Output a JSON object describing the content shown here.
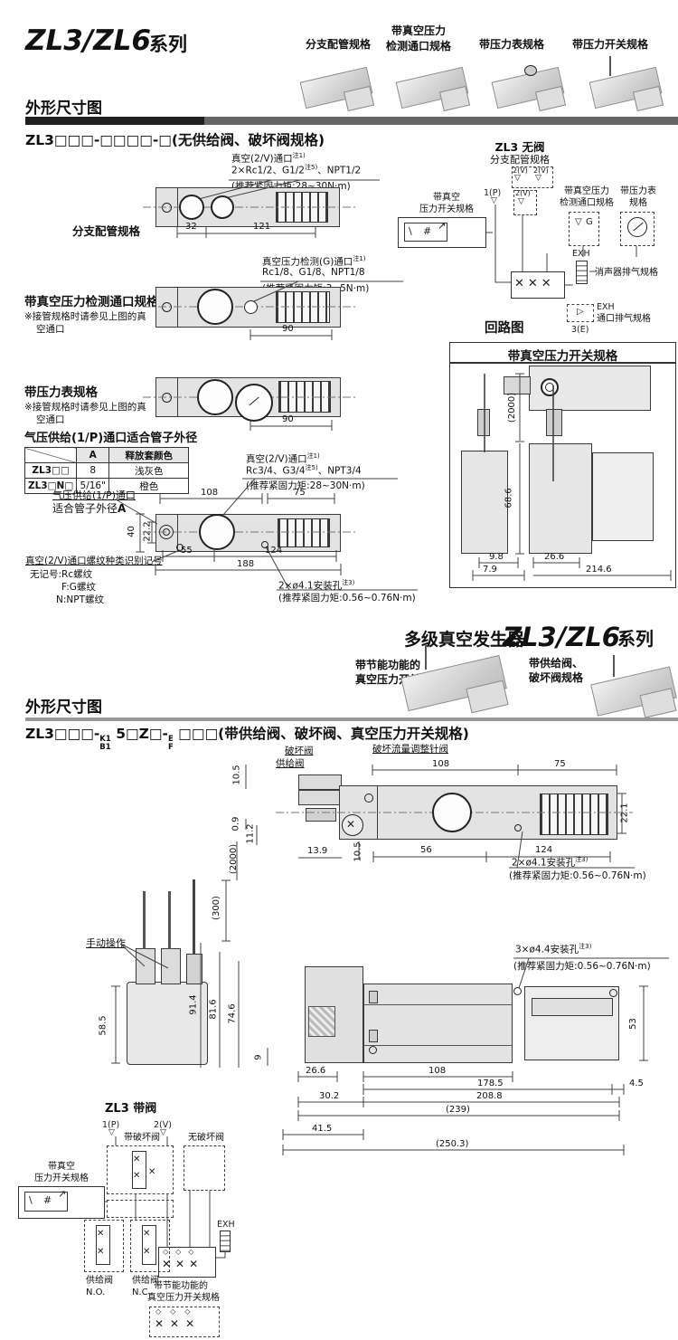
{
  "header": {
    "title_main": "ZL3/ZL6",
    "title_suffix": "系列",
    "labels": {
      "l1": "分支配管规格",
      "l2a": "带真空压力",
      "l2b": "检测通口规格",
      "l3": "带压力表规格",
      "l4": "带压力开关规格"
    }
  },
  "s1": {
    "heading": "外形尺寸图",
    "model": "ZL3□□□-□□□□-□(无供给阀、破坏阀规格)",
    "row1_label": "分支配管规格",
    "row2_label": "带真空压力检测通口规格",
    "note1": "※接管规格时请参见上图的真",
    "note2": "空通口",
    "row3_label": "带压力表规格",
    "ann1": {
      "l1": "真空(2/V)通口",
      "l1s": "注1)",
      "l2a": "2×Rc1/2、G1/2",
      "l2s": "注5)",
      "l2b": "、NPT1/2",
      "l3": "(推荐紧固力矩:28~30N·m)"
    },
    "ann2": {
      "l1": "真空压力检测(G)通口",
      "l1s": "注1)",
      "l2": "Rc1/8、G1/8、NPT1/8",
      "l3": "(推荐紧固力矩:3~5N·m)"
    },
    "ann3": {
      "l1": "真空(2/V)通口",
      "l1s": "注1)",
      "l2a": "Rc3/4、G3/4",
      "l2s": "注5)",
      "l2b": "、NPT3/4",
      "l3": "(推荐紧固力矩:28~30N·m)"
    },
    "ann4": {
      "l1": "2×ø4.1安装孔",
      "l1s": "注3)",
      "l2": "(推荐紧固力矩:0.56~0.76N·m)"
    },
    "dims": {
      "d32": "32",
      "d121": "121",
      "d90a": "90",
      "d90b": "90",
      "d108": "108",
      "d75": "75",
      "d40": "40",
      "d22_2": "22.2",
      "d55": "55",
      "d124": "124",
      "d188": "188"
    },
    "table": {
      "title": "气压供给(1/P)通口适合管子外径",
      "col_a": "A",
      "col_color": "释放套颜色",
      "rows": [
        {
          "model": "ZL3□□",
          "a": "8",
          "color": "浅灰色"
        },
        {
          "model": "ZL3□N□",
          "a": "5/16\"",
          "color": "橙色"
        }
      ]
    },
    "port_label1": "气压供给(1/P)通口",
    "port_label2": "适合管子外径",
    "port_label2b": "A",
    "thread_title": "真空(2/V)通口螺纹种类识别记号",
    "thread_l1": "无记号:Rc螺纹",
    "thread_l2": "F:G螺纹",
    "thread_l3": "N:NPT螺纹",
    "circuit": {
      "title1": "ZL3 无阀",
      "title2": "分支配管规格",
      "p2v_a": "2(V)",
      "p2v_b": "2(V)",
      "p1p": "1(P)",
      "p2v": "2(V)",
      "det1": "带真空压力",
      "det2": "检测通口规格",
      "g": "G",
      "gau1": "带压力表",
      "gau2": "规格",
      "sw1": "带真空",
      "sw2": "压力开关规格",
      "exh1": "EXH",
      "sil": "消声器排气规格",
      "exh2": "EXH",
      "port_ex": "通口排气规格",
      "e3": "3(E)",
      "caption": "回路图"
    },
    "boxdrw": {
      "title": "带真空压力开关规格",
      "d2000": "(2000)",
      "d68_6": "68.6",
      "d9_8": "9.8",
      "d7_9": "7.9",
      "d26_6": "26.6",
      "d214_6": "214.6"
    }
  },
  "s2": {
    "banner": {
      "prefix": "多级真空发生器",
      "series": "ZL3/ZL6",
      "suffix": "系列",
      "lab1a": "带节能功能的",
      "lab1b": "真空压力开关",
      "lab2a": "带供给阀、",
      "lab2b": "破坏阀规格"
    },
    "heading": "外形尺寸图",
    "model": {
      "p1": "ZL3□□□-",
      "k1": "K1",
      "b1": "B1",
      "p2": "5□Z□-",
      "e": "E",
      "f": "F",
      "p3": "□□□(带供给阀、破坏阀、真空压力开关规格)"
    },
    "lab_supply": "供给阀",
    "lab_break": "破坏阀",
    "lab_needle": "破坏流量调整针阀",
    "lab_manual": "手动操作",
    "ann5": {
      "l1": "2×ø4.1安装孔",
      "l1s": "注3)",
      "l2": "(推荐紧固力矩:0.56~0.76N·m)"
    },
    "ann6": {
      "l1": "3×ø4.4安装孔",
      "l1s": "注3)",
      "l2": "(推荐紧固力矩:0.56~0.76N·m)"
    },
    "dims": {
      "d10_5a": "10.5",
      "d0_9": "0.9",
      "d11_2": "11.2",
      "d2000": "(2000)",
      "d13_9": "13.9",
      "d10_5b": "10.5",
      "d56": "56",
      "d108a": "108",
      "d75": "75",
      "d124": "124",
      "d22_1": "22.1",
      "d300": "(300)",
      "d58_5": "58.5",
      "d91_4": "91.4",
      "d81_6": "81.6",
      "d74_6": "74.6",
      "d9": "9",
      "d53": "53",
      "d26_6": "26.6",
      "d108b": "108",
      "d178_5": "178.5",
      "d4_5": "4.5",
      "d30_2": "30.2",
      "d208_8": "208.8",
      "d239": "(239)",
      "d41_5": "41.5",
      "d250_3": "(250.3)"
    },
    "circuit": {
      "title": "ZL3 带阀",
      "p1p": "1(P)",
      "p2v": "2(V)",
      "with_break": "带破坏阀",
      "no_break": "无破坏阀",
      "sw1": "带真空",
      "sw2": "压力开关规格",
      "sup_no1": "供给阀",
      "sup_no2": "N.O.",
      "sup_nc1": "供给阀",
      "sup_nc2": "N.C.",
      "eco1": "带节能功能的",
      "eco2": "真空压力开关规格",
      "exh": "EXH"
    }
  }
}
